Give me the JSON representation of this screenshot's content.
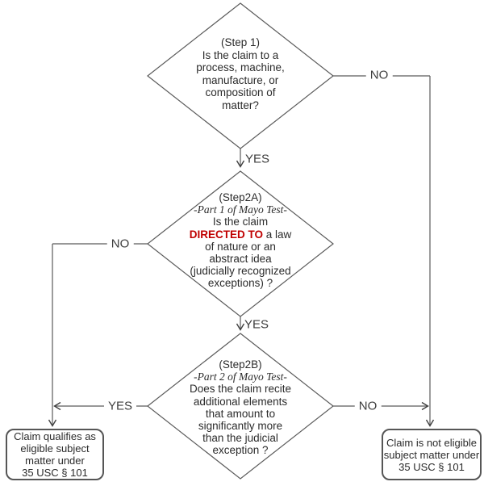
{
  "colors": {
    "line": "#5b5b5b",
    "arrowhead": "#3f3f3f",
    "text": "#2b2b2b",
    "emphasis_red": "#c00000",
    "background": "#ffffff"
  },
  "step1": {
    "title": "(Step 1)",
    "body": "Is the claim to a\nprocess, machine,\nmanufacture, or\ncomposition of\nmatter?"
  },
  "step2a": {
    "title": "(Step2A)",
    "subtitle": "-Part 1 of Mayo Test-",
    "line_claim": "Is the claim",
    "emphasis": "DIRECTED TO",
    "emphasis_suffix": " a law",
    "body": "of nature or an\nabstract idea\n(judicially recognized\nexceptions) ?"
  },
  "step2b": {
    "title": "(Step2B)",
    "subtitle": "-Part 2 of Mayo Test-",
    "body": "Does the claim recite\nadditional elements\nthat amount to\nsignificantly more\nthan the judicial\nexception ?"
  },
  "outcomes": {
    "eligible": "Claim qualifies as\neligible subject\nmatter under\n35 USC § 101",
    "not_eligible": "Claim is not eligible\nsubject matter under\n35 USC § 101"
  },
  "edge_labels": {
    "step1_no": "NO",
    "step1_yes": "YES",
    "step2a_no": "NO",
    "step2a_yes": "YES",
    "step2b_yes": "YES",
    "step2b_no": "NO"
  }
}
